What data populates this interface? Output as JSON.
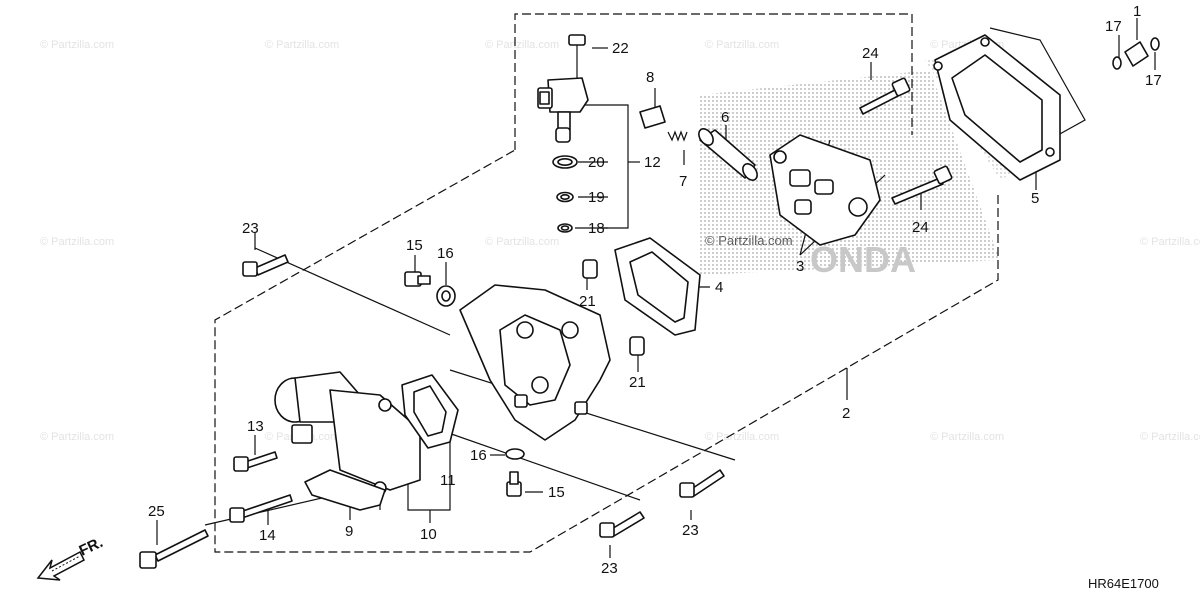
{
  "watermark": {
    "text": "© Partzilla.com"
  },
  "callouts": [
    "22",
    "8",
    "6",
    "7",
    "12",
    "20",
    "19",
    "18",
    "24",
    "24",
    "3",
    "4",
    "5",
    "17",
    "1",
    "17",
    "23",
    "15",
    "16",
    "21",
    "21",
    "2",
    "13",
    "14",
    "9",
    "10",
    "11",
    "16",
    "15",
    "23",
    "23",
    "25"
  ],
  "direction_marker": {
    "label": "FR.",
    "icon": "front-arrow-icon"
  },
  "figure_code": "HR64E1700"
}
